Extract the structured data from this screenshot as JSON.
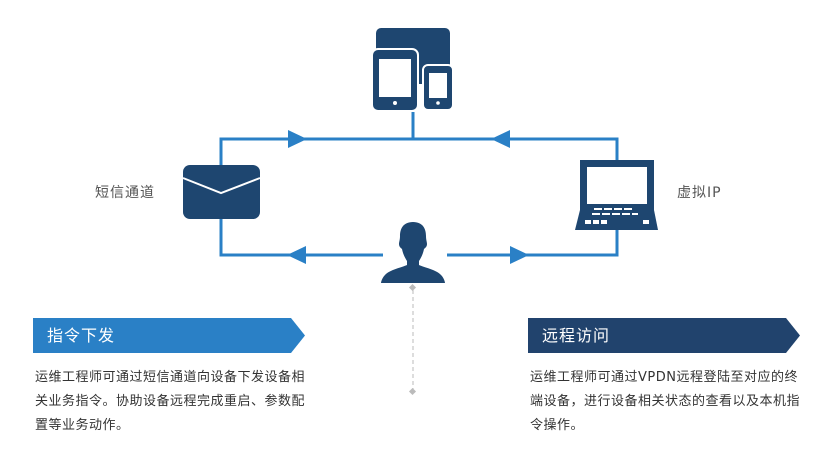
{
  "colors": {
    "line": "#2a80c6",
    "icon": "#1e4670",
    "banner_left": "#2a80c6",
    "banner_right": "#21436d",
    "dashed": "#bbbbbb"
  },
  "nodes": {
    "devices": {
      "icon": "devices-icon"
    },
    "envelope": {
      "icon": "envelope-icon",
      "label": "短信通道"
    },
    "laptop": {
      "icon": "laptop-icon",
      "label": "虚拟IP"
    },
    "user": {
      "icon": "user-icon"
    }
  },
  "sections": {
    "left": {
      "title": "指令下发",
      "description": "运维工程师可通过短信通道向设备下发设备相关业务指令。协助设备远程完成重启、参数配置等业务动作。"
    },
    "right": {
      "title": "远程访问",
      "description": "运维工程师可通过VPDN远程登陆至对应的终端设备，进行设备相关状态的查看以及本机指令操作。"
    }
  }
}
